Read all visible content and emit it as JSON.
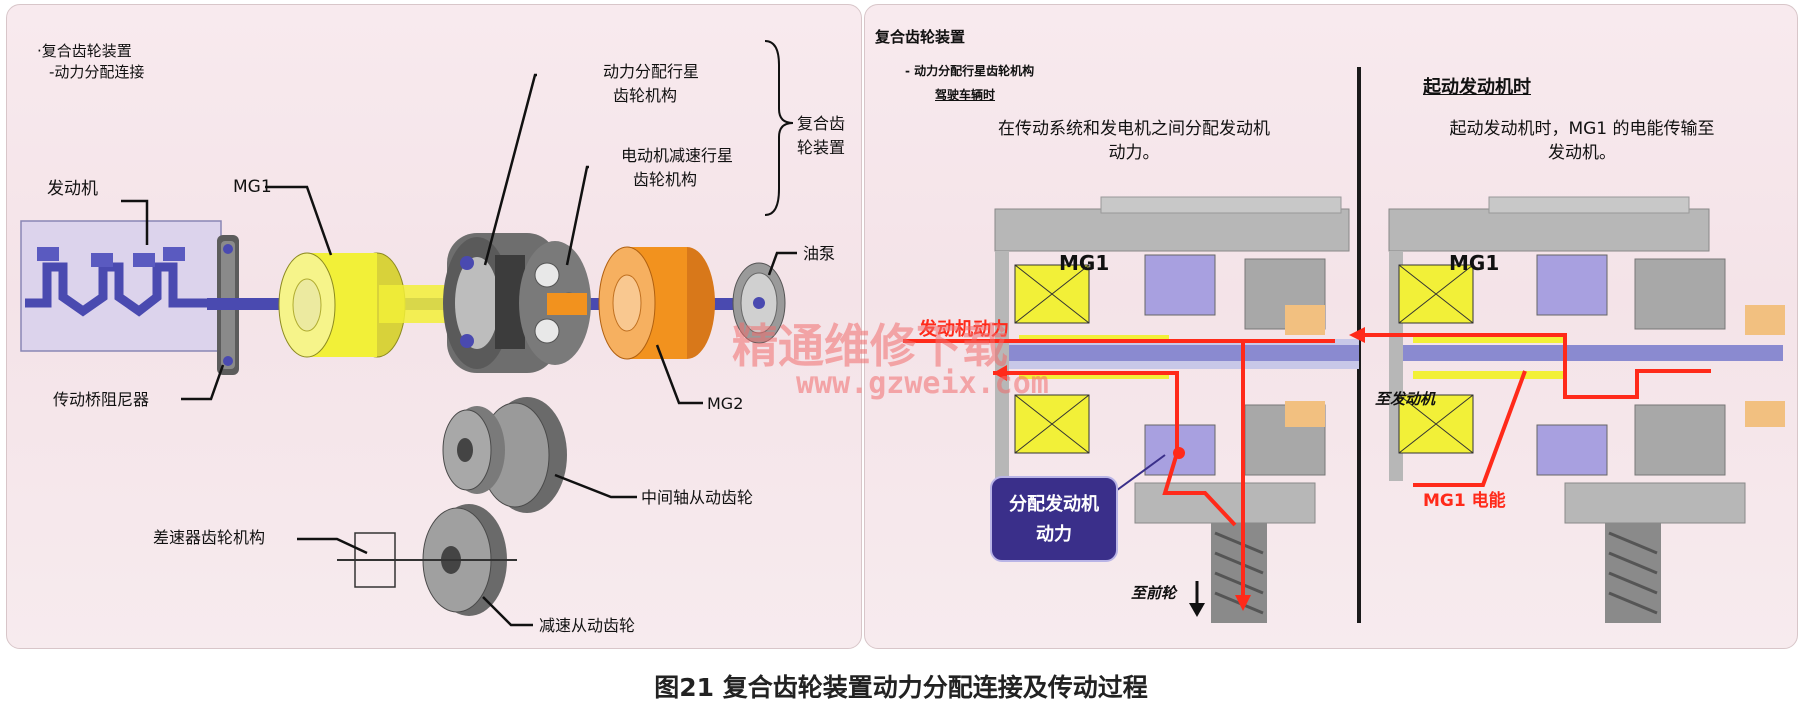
{
  "left_panel": {
    "title_line1": "·复合齿轮装置",
    "title_line2": "-动力分配连接",
    "labels": {
      "engine": "发动机",
      "mg1": "MG1",
      "power_split_line1": "动力分配行星",
      "power_split_line2": "齿轮机构",
      "compound_line1": "复合齿",
      "compound_line2": "轮装置",
      "motor_reduction_line1": "电动机减速行星",
      "motor_reduction_line2": "齿轮机构",
      "oil_pump": "油泵",
      "damper": "传动桥阻尼器",
      "mg2": "MG2",
      "counter_driven": "中间轴从动齿轮",
      "differential": "差速器齿轮机构",
      "reduction_driven": "减速从动齿轮"
    }
  },
  "right_panel": {
    "title": "复合齿轮装置",
    "subtitle1": "- 动力分配行星齿轮机构",
    "subtitle2": "驾驶车辆时",
    "drive_desc_line1": "在传动系统和发电机之间分配发动机",
    "drive_desc_line2": "动力。",
    "start_title": "起动发动机时",
    "start_desc_line1": "起动发动机时，MG1 的电能传输至",
    "start_desc_line2": "发动机。",
    "mg1_left": "MG1",
    "mg1_right": "MG1",
    "engine_power": "发动机动力",
    "split_bubble_line1": "分配发动机",
    "split_bubble_line2": "动力",
    "to_front_wheels": "至前轮",
    "to_engine": "至发动机",
    "mg1_electric": "MG1 电能"
  },
  "watermark": {
    "cn": "精通维修下载",
    "url": "www.gzweix.com"
  },
  "caption": "图21 复合齿轮装置动力分配连接及传动过程",
  "colors": {
    "arrow_red": "#ff2a1a",
    "mg1_yellow": "#f2f038",
    "mg2_orange": "#f2921e",
    "shaft_blue": "#4a4ab0",
    "housing_gray": "#b7b7b7",
    "bubble_navy": "#3a2f8a"
  }
}
